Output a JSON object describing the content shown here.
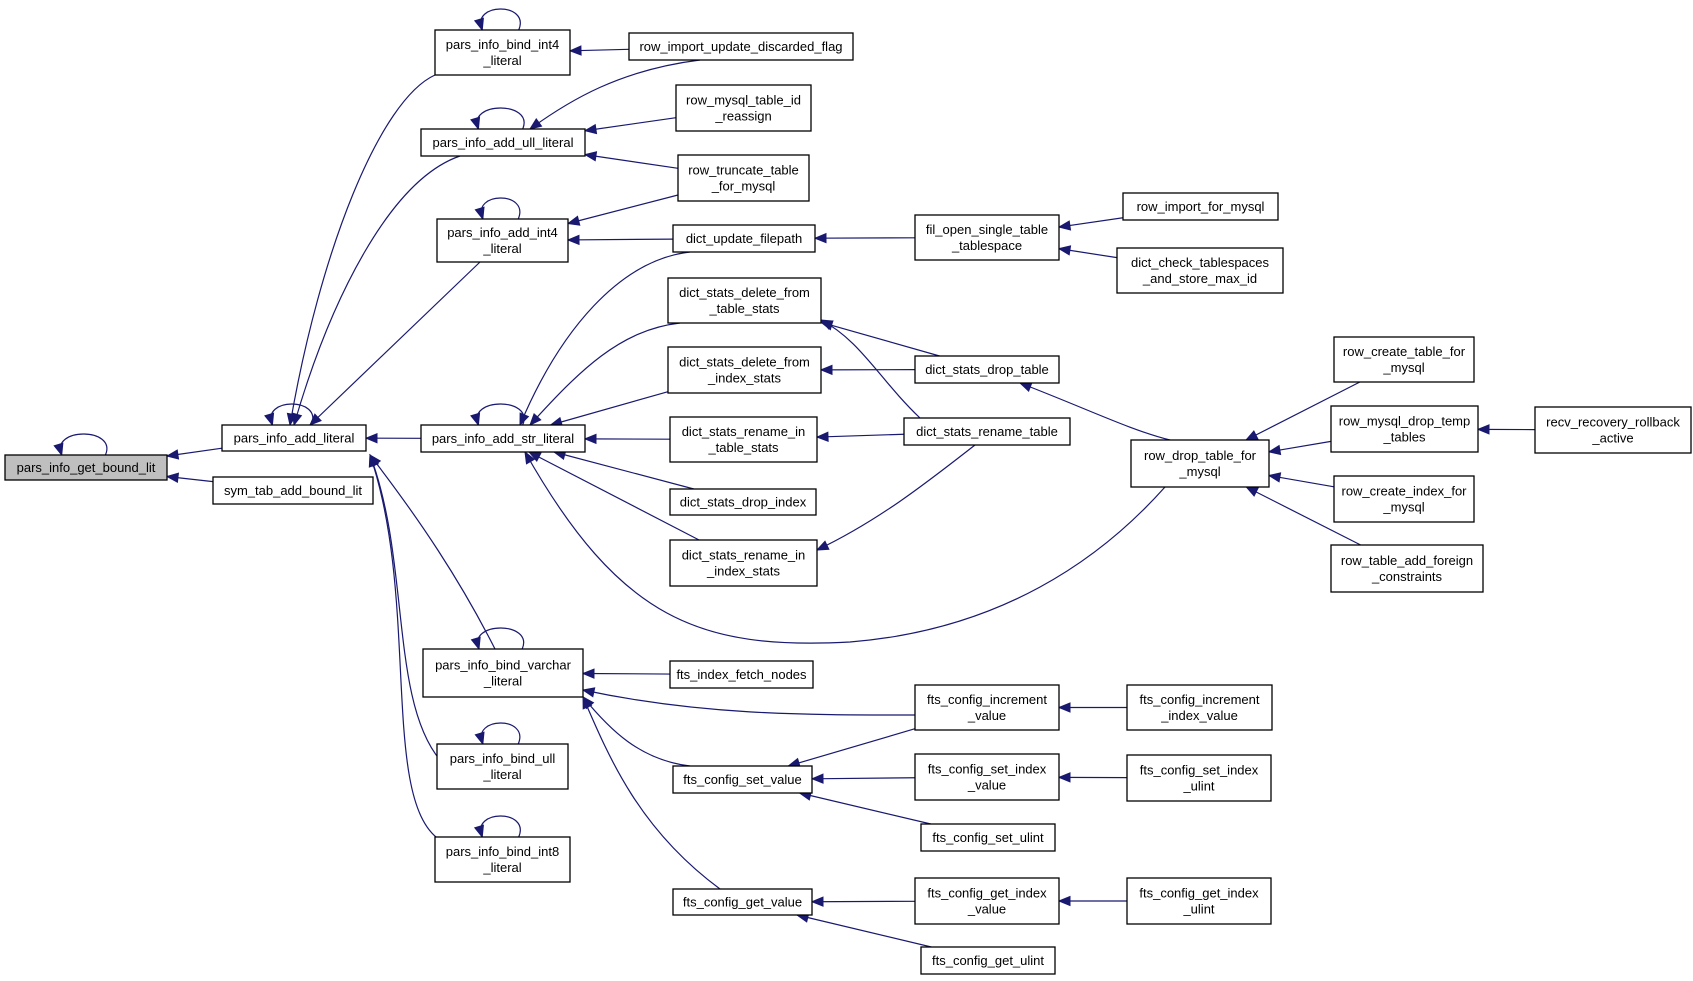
{
  "graph": {
    "nodes": [
      {
        "id": "n0",
        "name": "node-pars-info-get-bound-lit",
        "lines": [
          "pars_info_get_bound_lit"
        ],
        "highlight": true
      },
      {
        "id": "n1",
        "name": "node-pars-info-add-literal",
        "lines": [
          "pars_info_add_literal"
        ]
      },
      {
        "id": "n2",
        "name": "node-sym-tab-add-bound-lit",
        "lines": [
          "sym_tab_add_bound_lit"
        ]
      },
      {
        "id": "n3",
        "name": "node-pars-info-bind-int4-literal",
        "lines": [
          "pars_info_bind_int4",
          "_literal"
        ]
      },
      {
        "id": "n4",
        "name": "node-pars-info-add-ull-literal",
        "lines": [
          "pars_info_add_ull_literal"
        ]
      },
      {
        "id": "n5",
        "name": "node-pars-info-add-int4-literal",
        "lines": [
          "pars_info_add_int4",
          "_literal"
        ]
      },
      {
        "id": "n6",
        "name": "node-pars-info-add-str-literal",
        "lines": [
          "pars_info_add_str_literal"
        ]
      },
      {
        "id": "n7",
        "name": "node-pars-info-bind-varchar-literal",
        "lines": [
          "pars_info_bind_varchar",
          "_literal"
        ]
      },
      {
        "id": "n8",
        "name": "node-pars-info-bind-ull-literal",
        "lines": [
          "pars_info_bind_ull",
          "_literal"
        ]
      },
      {
        "id": "n9",
        "name": "node-pars-info-bind-int8-literal",
        "lines": [
          "pars_info_bind_int8",
          "_literal"
        ]
      },
      {
        "id": "n10",
        "name": "node-row-import-update-discarded-flag",
        "lines": [
          "row_import_update_discarded_flag"
        ]
      },
      {
        "id": "n11",
        "name": "node-row-mysql-table-id-reassign",
        "lines": [
          "row_mysql_table_id",
          "_reassign"
        ]
      },
      {
        "id": "n12",
        "name": "node-row-truncate-table-for-mysql",
        "lines": [
          "row_truncate_table",
          "_for_mysql"
        ]
      },
      {
        "id": "n13",
        "name": "node-dict-update-filepath",
        "lines": [
          "dict_update_filepath"
        ]
      },
      {
        "id": "n14",
        "name": "node-dict-stats-delete-from-table-stats",
        "lines": [
          "dict_stats_delete_from",
          "_table_stats"
        ]
      },
      {
        "id": "n15",
        "name": "node-dict-stats-delete-from-index-stats",
        "lines": [
          "dict_stats_delete_from",
          "_index_stats"
        ]
      },
      {
        "id": "n16",
        "name": "node-dict-stats-rename-in-table-stats",
        "lines": [
          "dict_stats_rename_in",
          "_table_stats"
        ]
      },
      {
        "id": "n17",
        "name": "node-dict-stats-drop-index",
        "lines": [
          "dict_stats_drop_index"
        ]
      },
      {
        "id": "n18",
        "name": "node-dict-stats-rename-in-index-stats",
        "lines": [
          "dict_stats_rename_in",
          "_index_stats"
        ]
      },
      {
        "id": "n19",
        "name": "node-fts-index-fetch-nodes",
        "lines": [
          "fts_index_fetch_nodes"
        ]
      },
      {
        "id": "n20",
        "name": "node-fts-config-set-value",
        "lines": [
          "fts_config_set_value"
        ]
      },
      {
        "id": "n21",
        "name": "node-fts-config-get-value",
        "lines": [
          "fts_config_get_value"
        ]
      },
      {
        "id": "n22",
        "name": "node-fil-open-single-table-tablespace",
        "lines": [
          "fil_open_single_table",
          "_tablespace"
        ]
      },
      {
        "id": "n23",
        "name": "node-dict-stats-drop-table",
        "lines": [
          "dict_stats_drop_table"
        ]
      },
      {
        "id": "n24",
        "name": "node-dict-stats-rename-table",
        "lines": [
          "dict_stats_rename_table"
        ]
      },
      {
        "id": "n25",
        "name": "node-fts-config-increment-value",
        "lines": [
          "fts_config_increment",
          "_value"
        ]
      },
      {
        "id": "n26",
        "name": "node-fts-config-set-index-value",
        "lines": [
          "fts_config_set_index",
          "_value"
        ]
      },
      {
        "id": "n27",
        "name": "node-fts-config-set-ulint",
        "lines": [
          "fts_config_set_ulint"
        ]
      },
      {
        "id": "n28",
        "name": "node-fts-config-get-index-value",
        "lines": [
          "fts_config_get_index",
          "_value"
        ]
      },
      {
        "id": "n29",
        "name": "node-fts-config-get-ulint",
        "lines": [
          "fts_config_get_ulint"
        ]
      },
      {
        "id": "n30",
        "name": "node-row-import-for-mysql",
        "lines": [
          "row_import_for_mysql"
        ]
      },
      {
        "id": "n31",
        "name": "node-dict-check-tablespaces-and-store-max-id",
        "lines": [
          "dict_check_tablespaces",
          "_and_store_max_id"
        ]
      },
      {
        "id": "n32",
        "name": "node-row-drop-table-for-mysql",
        "lines": [
          "row_drop_table_for",
          "_mysql"
        ]
      },
      {
        "id": "n33",
        "name": "node-fts-config-increment-index-value",
        "lines": [
          "fts_config_increment",
          "_index_value"
        ]
      },
      {
        "id": "n34",
        "name": "node-fts-config-set-index-ulint",
        "lines": [
          "fts_config_set_index",
          "_ulint"
        ]
      },
      {
        "id": "n35",
        "name": "node-fts-config-get-index-ulint",
        "lines": [
          "fts_config_get_index",
          "_ulint"
        ]
      },
      {
        "id": "n36",
        "name": "node-row-create-table-for-mysql",
        "lines": [
          "row_create_table_for",
          "_mysql"
        ]
      },
      {
        "id": "n37",
        "name": "node-row-mysql-drop-temp-tables",
        "lines": [
          "row_mysql_drop_temp",
          "_tables"
        ]
      },
      {
        "id": "n38",
        "name": "node-row-create-index-for-mysql",
        "lines": [
          "row_create_index_for",
          "_mysql"
        ]
      },
      {
        "id": "n39",
        "name": "node-row-table-add-foreign-constraints",
        "lines": [
          "row_table_add_foreign",
          "_constraints"
        ]
      },
      {
        "id": "n40",
        "name": "node-recv-recovery-rollback-active",
        "lines": [
          "recv_recovery_rollback",
          "_active"
        ]
      }
    ],
    "edges": [
      {
        "from": "n0",
        "to": "n0"
      },
      {
        "from": "n0",
        "to": "n1"
      },
      {
        "from": "n0",
        "to": "n2"
      },
      {
        "from": "n1",
        "to": "n1"
      },
      {
        "from": "n1",
        "to": "n3"
      },
      {
        "from": "n1",
        "to": "n4"
      },
      {
        "from": "n1",
        "to": "n5"
      },
      {
        "from": "n1",
        "to": "n6"
      },
      {
        "from": "n1",
        "to": "n7"
      },
      {
        "from": "n1",
        "to": "n8"
      },
      {
        "from": "n1",
        "to": "n9"
      },
      {
        "from": "n3",
        "to": "n3"
      },
      {
        "from": "n3",
        "to": "n10"
      },
      {
        "from": "n4",
        "to": "n4"
      },
      {
        "from": "n4",
        "to": "n10"
      },
      {
        "from": "n4",
        "to": "n11"
      },
      {
        "from": "n4",
        "to": "n12"
      },
      {
        "from": "n5",
        "to": "n5"
      },
      {
        "from": "n5",
        "to": "n12"
      },
      {
        "from": "n5",
        "to": "n13"
      },
      {
        "from": "n6",
        "to": "n6"
      },
      {
        "from": "n6",
        "to": "n13"
      },
      {
        "from": "n6",
        "to": "n14"
      },
      {
        "from": "n6",
        "to": "n15"
      },
      {
        "from": "n6",
        "to": "n16"
      },
      {
        "from": "n6",
        "to": "n17"
      },
      {
        "from": "n6",
        "to": "n18"
      },
      {
        "from": "n6",
        "to": "n32"
      },
      {
        "from": "n7",
        "to": "n7"
      },
      {
        "from": "n7",
        "to": "n19"
      },
      {
        "from": "n7",
        "to": "n25"
      },
      {
        "from": "n7",
        "to": "n20"
      },
      {
        "from": "n7",
        "to": "n21"
      },
      {
        "from": "n8",
        "to": "n8"
      },
      {
        "from": "n9",
        "to": "n9"
      },
      {
        "from": "n13",
        "to": "n22"
      },
      {
        "from": "n22",
        "to": "n30"
      },
      {
        "from": "n22",
        "to": "n31"
      },
      {
        "from": "n14",
        "to": "n23"
      },
      {
        "from": "n14",
        "to": "n24"
      },
      {
        "from": "n15",
        "to": "n23"
      },
      {
        "from": "n16",
        "to": "n24"
      },
      {
        "from": "n18",
        "to": "n24"
      },
      {
        "from": "n23",
        "to": "n32"
      },
      {
        "from": "n32",
        "to": "n36"
      },
      {
        "from": "n32",
        "to": "n37"
      },
      {
        "from": "n32",
        "to": "n38"
      },
      {
        "from": "n32",
        "to": "n39"
      },
      {
        "from": "n37",
        "to": "n40"
      },
      {
        "from": "n20",
        "to": "n25"
      },
      {
        "from": "n20",
        "to": "n26"
      },
      {
        "from": "n20",
        "to": "n27"
      },
      {
        "from": "n25",
        "to": "n33"
      },
      {
        "from": "n26",
        "to": "n34"
      },
      {
        "from": "n21",
        "to": "n28"
      },
      {
        "from": "n21",
        "to": "n29"
      },
      {
        "from": "n28",
        "to": "n35"
      }
    ]
  },
  "colors": {
    "edge": "#191970",
    "node_border": "#000000",
    "root_fill": "#bfbfbf",
    "node_fill": "#ffffff"
  }
}
